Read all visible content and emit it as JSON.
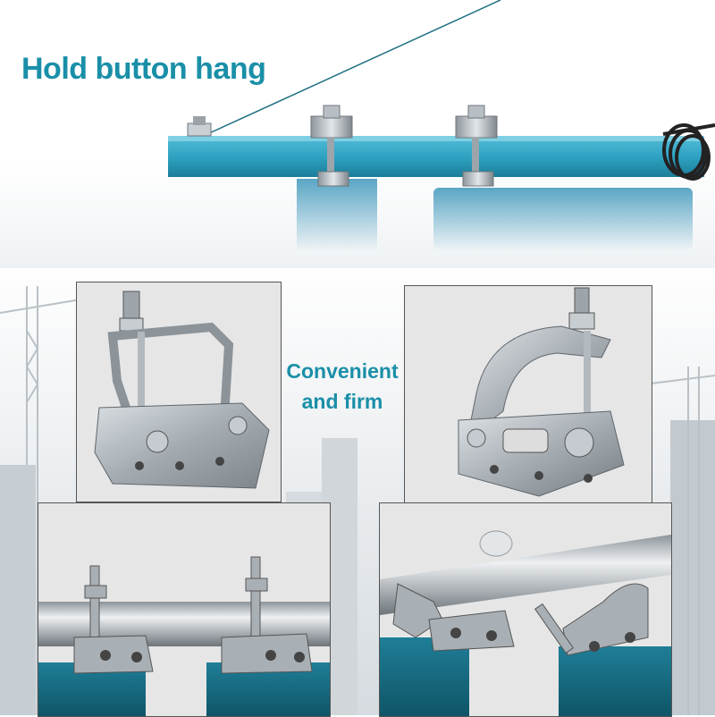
{
  "headline": {
    "text": "Hold button hang"
  },
  "caption": {
    "line1": "Convenient",
    "line2": "and firm"
  },
  "colors": {
    "accent": "#1a8fa8",
    "rail": "#2fa3c3",
    "metal": "#a9b0b5",
    "metal_dark": "#6f767c",
    "panel_bg": "#e6e6e6",
    "sky": "#c9d2d8"
  },
  "icons": [
    "hanger-clamp-icon",
    "pipe-clamp-icon",
    "crane-silhouette-icon"
  ]
}
